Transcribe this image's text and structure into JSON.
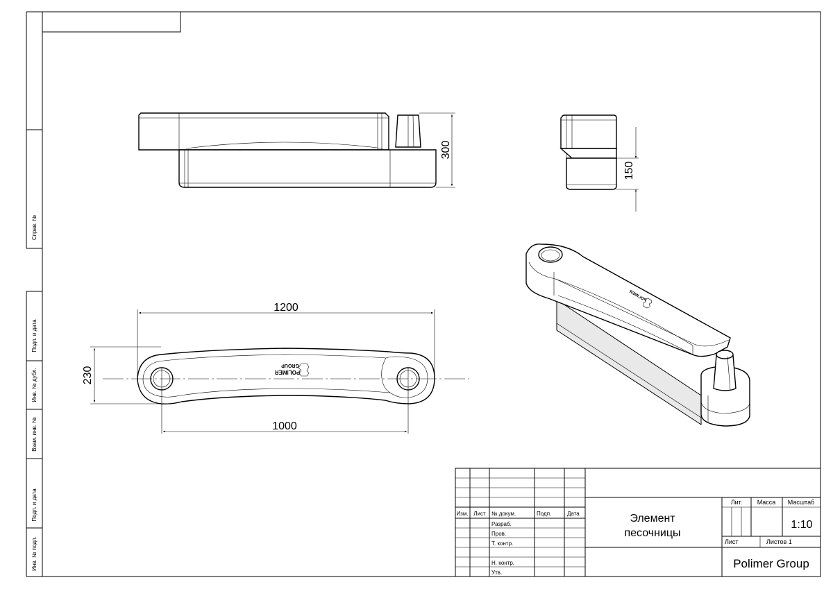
{
  "side_strip": {
    "sprav_no": "Справ. №",
    "podp_data_1": "Подп. и дата",
    "inv_dubl": "Инв. № дубл.",
    "vzam_inv": "Взам. инв. №",
    "podp_data_2": "Подп. и дата",
    "inv_podl": "Инв. № подл."
  },
  "dimensions": {
    "front_height": "300",
    "side_height": "150",
    "top_length": "1200",
    "top_width": "230",
    "hole_distance": "1000"
  },
  "logo": {
    "line1": "POLIMER",
    "line2": "GROUP"
  },
  "title_block": {
    "headers": {
      "izm": "Изм.",
      "list": "Лист",
      "no_dokum": "№ докум.",
      "podp": "Подп.",
      "data": "Дата"
    },
    "roles": [
      "Разраб.",
      "Пров.",
      "Т. контр.",
      "",
      "Н. контр.",
      "Утв."
    ],
    "title_line1": "Элемент",
    "title_line2": "песочницы",
    "lit_label": "Лит.",
    "massa_label": "Масса",
    "masshtab_label": "Масштаб",
    "scale": "1:10",
    "sheet_label": "Лист",
    "sheets_total_label": "Листов 1",
    "organization": "Polimer Group"
  }
}
